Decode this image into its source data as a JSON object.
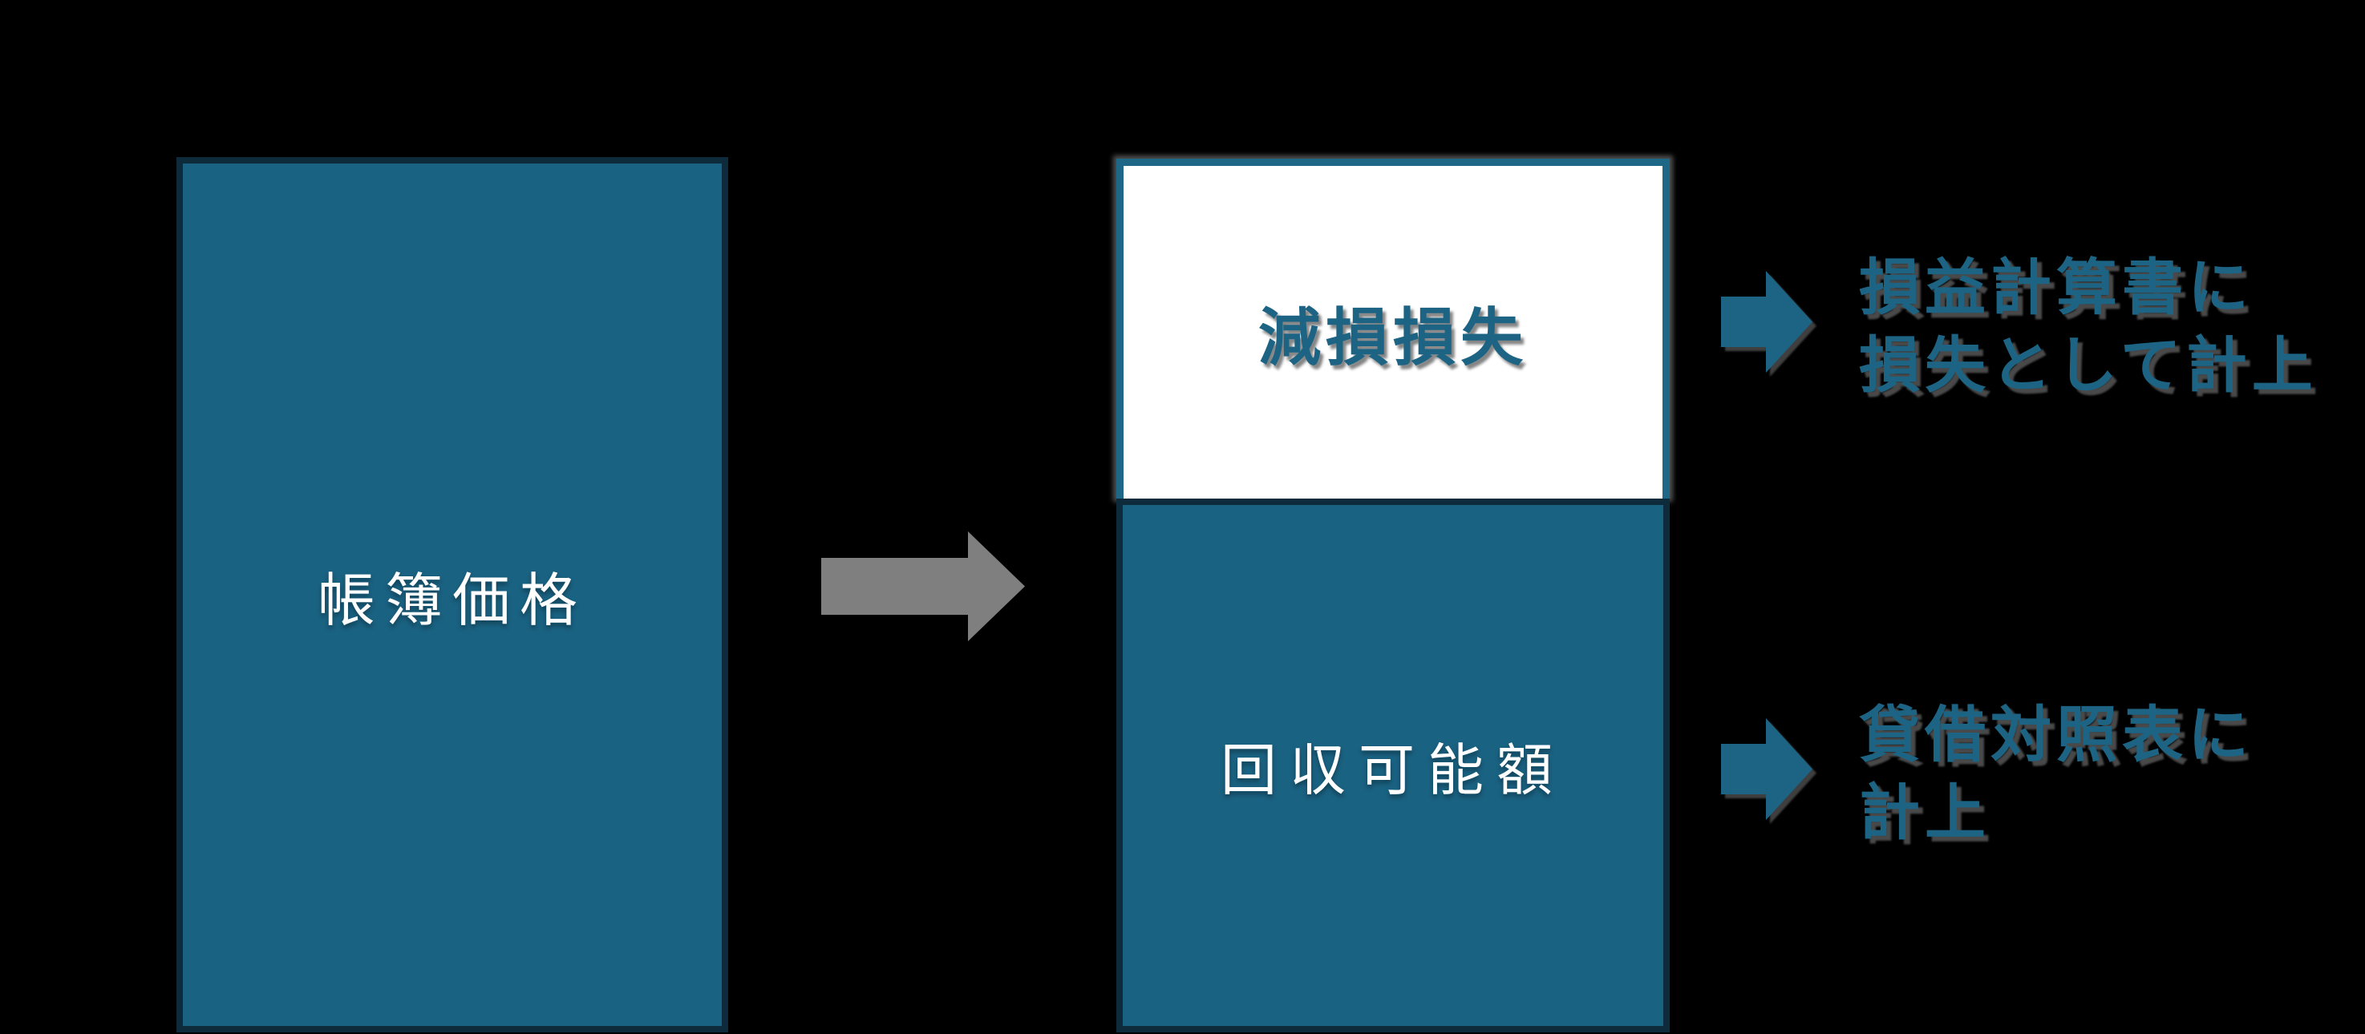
{
  "background_color": "#000000",
  "palette": {
    "box_fill_teal": "#1A6282",
    "box_border_navy": "#0D2B3A",
    "white_box_border_teal": "#1E6787",
    "accent_text_teal": "#1D6484",
    "flow_arrow_gray": "#7F7F7F",
    "label_text_white": "#FFFFFF"
  },
  "left_box": {
    "label": "帳簿価格"
  },
  "right_box": {
    "top_section": {
      "label": "減損損失"
    },
    "bottom_section": {
      "label": "回収可能額"
    }
  },
  "annotations": {
    "income_statement": {
      "line1": "損益計算書に",
      "line2": "損失として計上"
    },
    "balance_sheet": {
      "line1": "貸借対照表に",
      "line2": "計上"
    }
  }
}
